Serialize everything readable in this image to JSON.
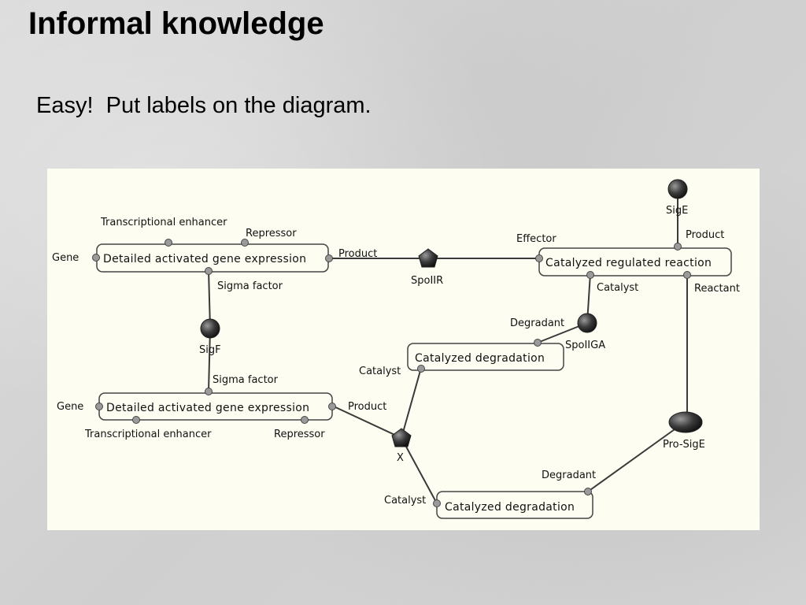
{
  "slide": {
    "title": "Informal knowledge",
    "text": "Easy!  Put labels on the diagram."
  },
  "diagram": {
    "reactions": {
      "gene_expr_1": "Detailed activated gene expression",
      "gene_expr_2": "Detailed activated gene expression",
      "catalyzed_regulated": "Catalyzed regulated reaction",
      "degradation_1": "Catalyzed degradation",
      "degradation_2": "Catalyzed degradation"
    },
    "species": {
      "sigE": "SigE",
      "spoIIR": "SpoIIR",
      "sigF": "SigF",
      "spoIIGA": "SpoIIGA",
      "x": "X",
      "pro_sigE": "Pro-SigE"
    },
    "roles": {
      "ge1_enhancer": "Transcriptional enhancer",
      "ge1_repressor": "Repressor",
      "ge1_gene": "Gene",
      "ge1_product": "Product",
      "ge1_sigma": "Sigma factor",
      "crr_effector": "Effector",
      "crr_product": "Product",
      "crr_catalyst": "Catalyst",
      "crr_reactant": "Reactant",
      "deg1_degradant": "Degradant",
      "deg1_catalyst": "Catalyst",
      "ge2_sigma": "Sigma factor",
      "ge2_gene": "Gene",
      "ge2_product": "Product",
      "ge2_enhancer": "Transcriptional enhancer",
      "ge2_repressor": "Repressor",
      "deg2_degradant": "Degradant",
      "deg2_catalyst": "Catalyst"
    }
  }
}
